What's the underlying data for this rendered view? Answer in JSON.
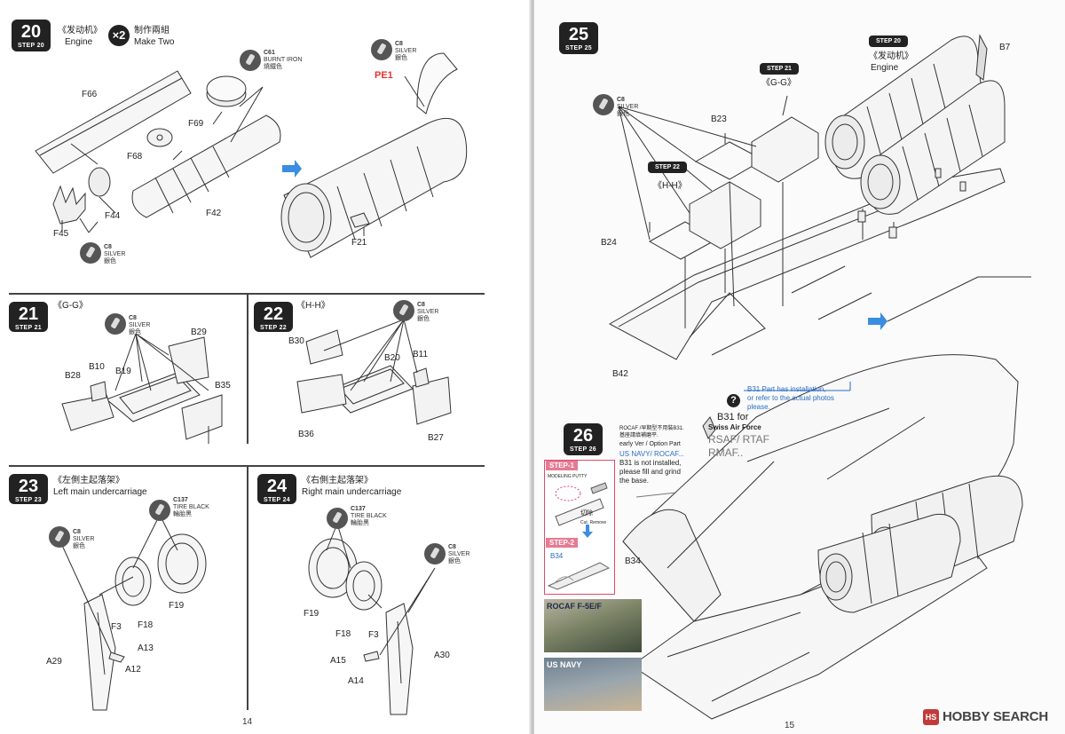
{
  "left_page": {
    "page_number": "14",
    "step20": {
      "step_num": "20",
      "step_label": "STEP 20",
      "title_cn": "《发动机》",
      "title_en": "Engine",
      "multiplier": "×2",
      "make_cn": "制作兩組",
      "make_en": "Make Two",
      "paint_top": {
        "code": "C61",
        "en": "BURNT IRON",
        "cn": "燒鐵色"
      },
      "paint_bottom": {
        "code": "C8",
        "en": "SILVER",
        "cn": "銀色"
      },
      "paint_right": {
        "code": "C8",
        "en": "SILVER",
        "cn": "銀色"
      },
      "pe_label": "PE1",
      "parts": {
        "f66": "F66",
        "f69": "F69",
        "f68": "F68",
        "f44": "F44",
        "f45": "F45",
        "f42": "F42",
        "f21": "F21"
      }
    },
    "step21": {
      "step_num": "21",
      "step_label": "STEP 21",
      "title": "《G-G》",
      "paint": {
        "code": "C8",
        "en": "SILVER",
        "cn": "銀色"
      },
      "parts": {
        "b29": "B29",
        "b10": "B10",
        "b19": "B19",
        "b28": "B28",
        "b35": "B35"
      }
    },
    "step22": {
      "step_num": "22",
      "step_label": "STEP 22",
      "title": "《H-H》",
      "paint": {
        "code": "C8",
        "en": "SILVER",
        "cn": "銀色"
      },
      "parts": {
        "b30": "B30",
        "b20": "B20",
        "b11": "B11",
        "b36": "B36",
        "b27": "B27"
      }
    },
    "step23": {
      "step_num": "23",
      "step_label": "STEP 23",
      "title_cn": "《左側主起落架》",
      "title_en": "Left main undercarriage",
      "paint_tire": {
        "code": "C137",
        "en": "TIRE BLACK",
        "cn": "輪胎黑"
      },
      "paint_silver": {
        "code": "C8",
        "en": "SILVER",
        "cn": "銀色"
      },
      "parts": {
        "f19": "F19",
        "f18": "F18",
        "f3": "F3",
        "a13": "A13",
        "a29": "A29",
        "a12": "A12"
      }
    },
    "step24": {
      "step_num": "24",
      "step_label": "STEP 24",
      "title_cn": "《右側主起落架》",
      "title_en": "Right main undercarriage",
      "paint_tire": {
        "code": "C137",
        "en": "TIRE BLACK",
        "cn": "輪胎黑"
      },
      "paint_silver": {
        "code": "C8",
        "en": "SILVER",
        "cn": "銀色"
      },
      "parts": {
        "f19": "F19",
        "f18": "F18",
        "f3": "F3",
        "a15": "A15",
        "a30": "A30",
        "a14": "A14"
      }
    }
  },
  "right_page": {
    "page_number": "15",
    "step25": {
      "step_num": "25",
      "step_label": "STEP 25",
      "paint": {
        "code": "C8",
        "en": "SILVER",
        "cn": "銀色"
      },
      "ref21": {
        "badge": "STEP 21",
        "title": "《G-G》"
      },
      "ref20": {
        "badge": "STEP 20",
        "title_cn": "《发动机》",
        "title_en": "Engine"
      },
      "ref22": {
        "badge": "STEP 22",
        "title": "《H-H》"
      },
      "parts": {
        "b7": "B7",
        "b23": "B23",
        "b24": "B24",
        "b42": "B42"
      }
    },
    "step26": {
      "step_num": "26",
      "step_label": "STEP 26",
      "rocaf_note": "ROCAF /早期型不用裝B31.\n基座請填補磨平.",
      "early_ver": "early Ver / Option Part",
      "us_navy_rocaf": "US NAVY/ ROCAF...",
      "b31_not_installed": "B31 is not installed,\nplease fill and grind\nthe base.",
      "b31_for": "B31 for",
      "swiss": "Swiss Air Force",
      "rsaf": "RSAF/ RTAF",
      "rmaf": "RMAF..",
      "b31_installation": "B31 Part  has installation,\nor refer to the actual photos\nplease.",
      "question": "?",
      "step1_tag": "STEP-1",
      "step2_tag": "STEP-2",
      "modeling_putty": "MODELING PUTTY",
      "cut_cn": "切除",
      "cut_en": "Cut. Remove",
      "b34_inset": "B34",
      "b34_main": "B34",
      "photo_rocaf": "ROCAF F-5E/F",
      "photo_usnavy": "US NAVY"
    },
    "watermark": "HOBBY SEARCH",
    "watermark_logo": "HS"
  },
  "colors": {
    "badge": "#222222",
    "pe_red": "#e0362f",
    "blue_arrow": "#3a8de0",
    "pink": "#e77a93",
    "link_blue": "#2a6cc4"
  }
}
